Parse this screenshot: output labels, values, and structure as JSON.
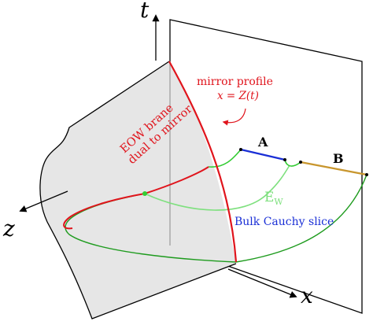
{
  "labels": {
    "t_axis": "t",
    "x_axis": "x",
    "z_axis": "z",
    "eow_line1": "EOW brane",
    "eow_line2": "dual to mirror",
    "mirror_title": "mirror profile",
    "mirror_eq": "x = Z(t)",
    "region_a": "A",
    "region_b": "B",
    "ew_main": "E",
    "ew_sub": "W",
    "cauchy": "Bulk Cauchy slice"
  },
  "colors": {
    "red": "#e0141c",
    "green_dark": "#1e9b1e",
    "green_light": "#7ee07e",
    "green_bright": "#33cc33",
    "blue": "#1a2fd6",
    "gold": "#c8962e",
    "brane_fill": "#e6e6e6",
    "line": "#000000"
  }
}
